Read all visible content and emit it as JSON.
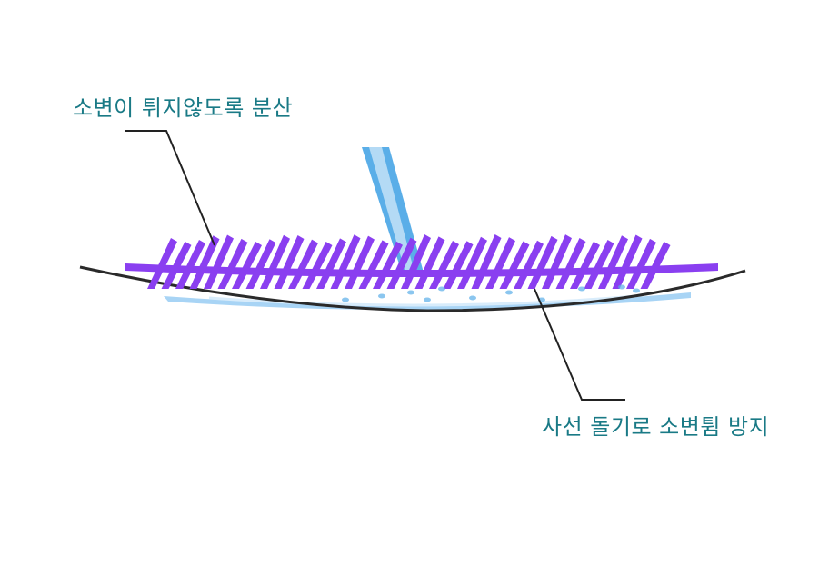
{
  "labels": {
    "top": "소변이 튀지않도록 분산",
    "bottom": "사선 돌기로 소변튐 방지"
  },
  "colors": {
    "label_text": "#1a7a86",
    "bristle": "#8a3ff0",
    "bowl_line": "#2a2a2a",
    "stream": "#5aaee8",
    "water": "#a8d4f5",
    "leader": "#222222"
  },
  "icons": {
    "stream": "urine-stream",
    "brush": "angled-bristle-mat",
    "bowl": "urinal-bowl-curve",
    "water": "water-pool"
  }
}
